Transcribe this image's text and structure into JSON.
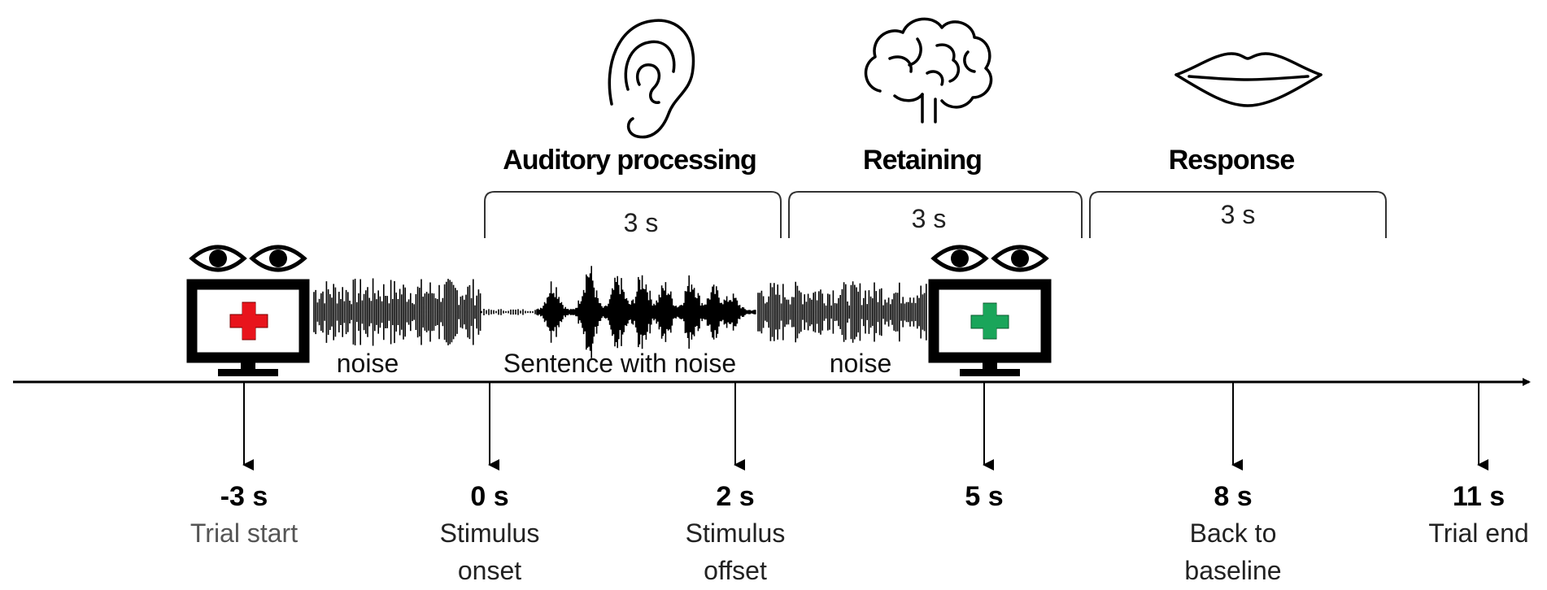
{
  "phases": [
    {
      "title": "Auditory processing",
      "duration": "3 s"
    },
    {
      "title": "Retaining",
      "duration": "3 s"
    },
    {
      "title": "Response",
      "duration": "3 s"
    }
  ],
  "wave_labels": {
    "noise_before": "noise",
    "sentence": "Sentence with noise",
    "noise_after": "noise"
  },
  "ticks": [
    {
      "value": "-3 s",
      "lines": [
        "Trial start"
      ]
    },
    {
      "value": "0 s",
      "lines": [
        "Stimulus",
        "onset"
      ]
    },
    {
      "value": "2 s",
      "lines": [
        "Stimulus",
        "offset"
      ]
    },
    {
      "value": "5 s",
      "lines": []
    },
    {
      "value": "8 s",
      "lines": [
        "Back to",
        "baseline"
      ]
    },
    {
      "value": "11 s",
      "lines": [
        "Trial end"
      ]
    }
  ],
  "icons": {
    "ear": "ear-icon",
    "brain": "brain-icon",
    "lips": "lips-icon",
    "eyes": "eyes-icon",
    "monitor": "monitor-icon"
  },
  "colors": {
    "red_cross": "#e8141c",
    "green_cross": "#1aa55a",
    "stroke": "#000000"
  }
}
